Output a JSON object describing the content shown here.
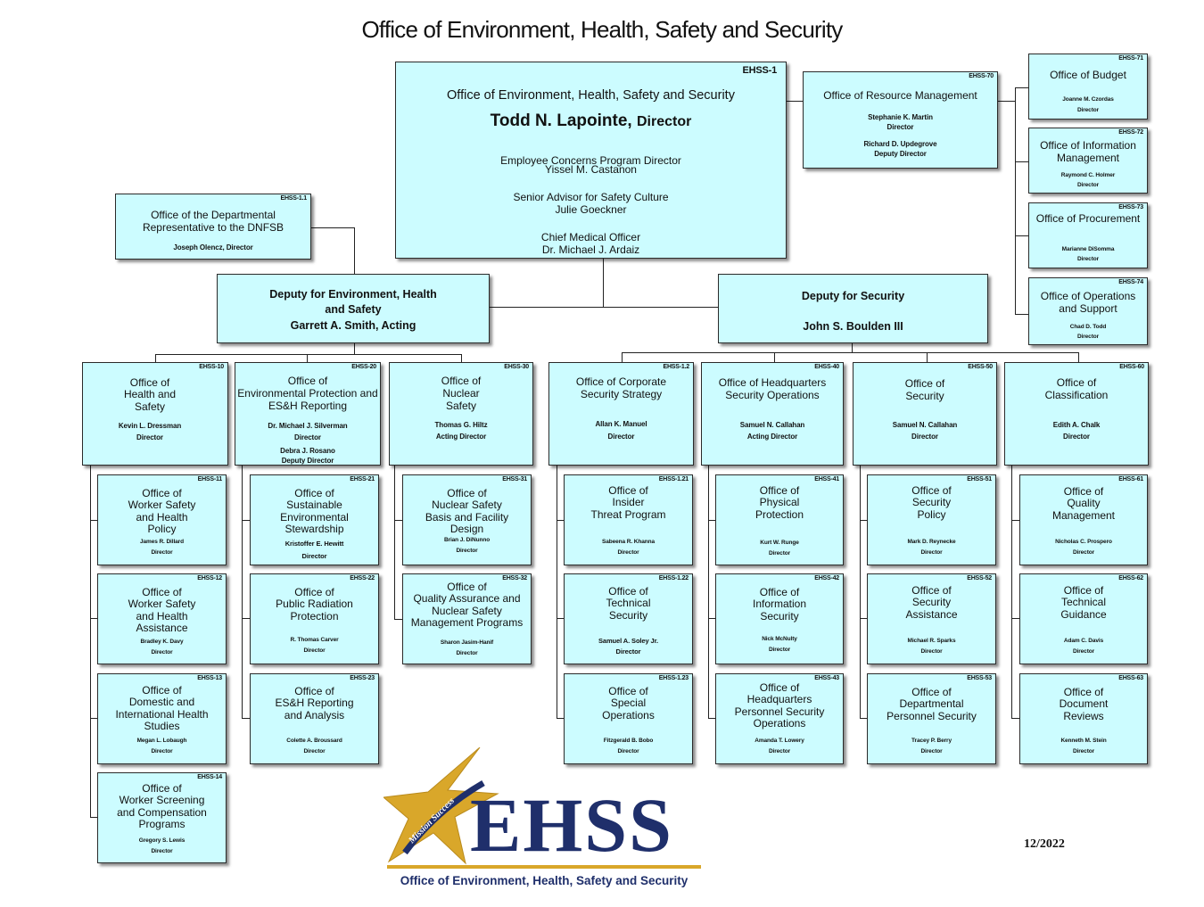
{
  "title": "Office of Environment, Health, Safety and Security",
  "director": {
    "code": "EHSS-1",
    "office": "Office of Environment, Health, Safety and Security",
    "name": "Todd N. Lapointe,",
    "role": "Director",
    "l1": "Employee Concerns Program Director",
    "l2": "Yissel M. Castanon",
    "l3": "Senior Advisor for Safety Culture",
    "l4": "Julie Goeckner",
    "l5": "Chief Medical Officer",
    "l6": "Dr. Michael J. Ardaiz"
  },
  "dnfsb": {
    "code": "EHSS-1.1",
    "t1": "Office of the Departmental",
    "t2": "Representative to the DNFSB",
    "n1": "Joseph Olencz, Director"
  },
  "resource": {
    "code": "EHSS-70",
    "t1": "Office of Resource Management",
    "n1": "Stephanie K. Martin",
    "n2": "Director",
    "n3": "Richard D. Updegrove",
    "n4": "Deputy Director"
  },
  "budget": {
    "code": "EHSS-71",
    "t1": "Office of Budget",
    "n1": "Joanne M. Czordas",
    "n2": "Director"
  },
  "infomgmt": {
    "code": "EHSS-72",
    "t1": "Office of Information",
    "t2": "Management",
    "n1": "Raymond C. Holmer",
    "n2": "Director"
  },
  "procurement": {
    "code": "EHSS-73",
    "t1": "Office of Procurement",
    "n1": "Marianne DiSomma",
    "n2": "Director"
  },
  "operations": {
    "code": "EHSS-74",
    "t1": "Office of Operations",
    "t2": "and Support",
    "n1": "Chad D. Todd",
    "n2": "Director"
  },
  "deputy_esh": {
    "t1": "Deputy for Environment, Health",
    "t2": "and Safety",
    "t3": "Garrett A. Smith, Acting"
  },
  "deputy_sec": {
    "t1": "Deputy for Security",
    "t2": "John S. Boulden III"
  },
  "ehss10": {
    "code": "EHSS-10",
    "t1": "Office of",
    "t2": "Health and",
    "t3": "Safety",
    "n1": "Kevin L. Dressman",
    "n2": "Director"
  },
  "ehss20": {
    "code": "EHSS-20",
    "t1": "Office of",
    "t2": "Environmental Protection and",
    "t3": "ES&H Reporting",
    "n1": "Dr. Michael J. Silverman",
    "n2": "Director",
    "n3": "Debra J. Rosano",
    "n4": "Deputy Director"
  },
  "ehss30": {
    "code": "EHSS-30",
    "t1": "Office of",
    "t2": "Nuclear",
    "t3": "Safety",
    "n1": "Thomas G. Hiltz",
    "n2": "Acting Director"
  },
  "ehss12a": {
    "code": "EHSS-1.2",
    "t1": "Office of Corporate",
    "t2": "Security Strategy",
    "n1": "Allan K. Manuel",
    "n2": "Director"
  },
  "ehss40": {
    "code": "EHSS-40",
    "t1": "Office of Headquarters",
    "t2": "Security Operations",
    "n1": "Samuel N. Callahan",
    "n2": "Acting Director"
  },
  "ehss50": {
    "code": "EHSS-50",
    "t1": "Office of",
    "t2": "Security",
    "n1": "Samuel N. Callahan",
    "n2": "Director"
  },
  "ehss60": {
    "code": "EHSS-60",
    "t1": "Office of",
    "t2": "Classification",
    "n1": "Edith A. Chalk",
    "n2": "Director"
  },
  "ehss11": {
    "code": "EHSS-11",
    "t1": "Office of",
    "t2": "Worker Safety",
    "t3": "and Health",
    "t4": "Policy",
    "n1": "James R. Dillard",
    "n2": "Director"
  },
  "ehss12": {
    "code": "EHSS-12",
    "t1": "Office of",
    "t2": "Worker Safety",
    "t3": "and Health",
    "t4": "Assistance",
    "n1": "Bradley K. Davy",
    "n2": "Director"
  },
  "ehss13": {
    "code": "EHSS-13",
    "t1": "Office of",
    "t2": "Domestic and",
    "t3": "International Health",
    "t4": "Studies",
    "n1": "Megan L. Lobaugh",
    "n2": "Director"
  },
  "ehss14": {
    "code": "EHSS-14",
    "t1": "Office of",
    "t2": "Worker Screening",
    "t3": "and Compensation",
    "t4": "Programs",
    "n1": "Gregory S. Lewis",
    "n2": "Director"
  },
  "ehss21": {
    "code": "EHSS-21",
    "t1": "Office of",
    "t2": "Sustainable",
    "t3": "Environmental",
    "t4": "Stewardship",
    "n1": "Kristoffer E. Hewitt",
    "n2": "Director"
  },
  "ehss22": {
    "code": "EHSS-22",
    "t1": "Office of",
    "t2": "Public Radiation",
    "t3": "Protection",
    "n1": "R. Thomas Carver",
    "n2": "Director"
  },
  "ehss23": {
    "code": "EHSS-23",
    "t1": "Office of",
    "t2": "ES&H Reporting",
    "t3": "and Analysis",
    "n1": "Colette A. Broussard",
    "n2": "Director"
  },
  "ehss31": {
    "code": "EHSS-31",
    "t1": "Office of",
    "t2": "Nuclear Safety",
    "t3": "Basis and Facility",
    "t4": "Design",
    "n1": "Brian J. DiNunno",
    "n2": "Director"
  },
  "ehss32": {
    "code": "EHSS-32",
    "t1": "Office of",
    "t2": "Quality Assurance and",
    "t3": "Nuclear Safety",
    "t4": "Management Programs",
    "n1": "Sharon Jasim-Hanif",
    "n2": "Director"
  },
  "ehss121": {
    "code": "EHSS-1.21",
    "t1": "Office of",
    "t2": "Insider",
    "t3": "Threat Program",
    "n1": "Sabeena R. Khanna",
    "n2": "Director"
  },
  "ehss122": {
    "code": "EHSS-1.22",
    "t1": "Office of",
    "t2": "Technical",
    "t3": "Security",
    "n1": "Samuel A. Soley Jr.",
    "n2": "Director"
  },
  "ehss123": {
    "code": "EHSS-1.23",
    "t1": "Office of",
    "t2": "Special",
    "t3": "Operations",
    "n1": "Fitzgerald B. Bobo",
    "n2": "Director"
  },
  "ehss41": {
    "code": "EHSS-41",
    "t1": "Office of",
    "t2": "Physical",
    "t3": "Protection",
    "n1": "Kurt W. Runge",
    "n2": "Director"
  },
  "ehss42": {
    "code": "EHSS-42",
    "t1": "Office of",
    "t2": "Information",
    "t3": "Security",
    "n1": "Nick McNulty",
    "n2": "Director"
  },
  "ehss43": {
    "code": "EHSS-43",
    "t1": "Office of",
    "t2": "Headquarters",
    "t3": "Personnel Security",
    "t4": "Operations",
    "n1": "Amanda T. Lowery",
    "n2": "Director"
  },
  "ehss51": {
    "code": "EHSS-51",
    "t1": "Office of",
    "t2": "Security",
    "t3": "Policy",
    "n1": "Mark D. Reynecke",
    "n2": "Director"
  },
  "ehss52": {
    "code": "EHSS-52",
    "t1": "Office of",
    "t2": "Security",
    "t3": "Assistance",
    "n1": "Michael R. Sparks",
    "n2": "Director"
  },
  "ehss53": {
    "code": "EHSS-53",
    "t1": "Office of",
    "t2": "Departmental",
    "t3": "Personnel Security",
    "n1": "Tracey P. Berry",
    "n2": "Director"
  },
  "ehss61": {
    "code": "EHSS-61",
    "t1": "Office of",
    "t2": "Quality",
    "t3": "Management",
    "n1": "Nicholas C. Prospero",
    "n2": "Director"
  },
  "ehss62": {
    "code": "EHSS-62",
    "t1": "Office of",
    "t2": "Technical",
    "t3": "Guidance",
    "n1": "Adam C. Davis",
    "n2": "Director"
  },
  "ehss63": {
    "code": "EHSS-63",
    "t1": "Office of",
    "t2": "Document",
    "t3": "Reviews",
    "n1": "Kenneth M. Stein",
    "n2": "Director"
  },
  "logo": {
    "word": "EHSS",
    "tagline": "Mission Success",
    "subtitle": "Office of Environment, Health, Safety and Security",
    "accent": "#d9a72a",
    "navy": "#1f2f6b"
  },
  "date": "12/2022",
  "colors": {
    "box_fill": "#ccfcff",
    "border": "#2a2a2a"
  }
}
